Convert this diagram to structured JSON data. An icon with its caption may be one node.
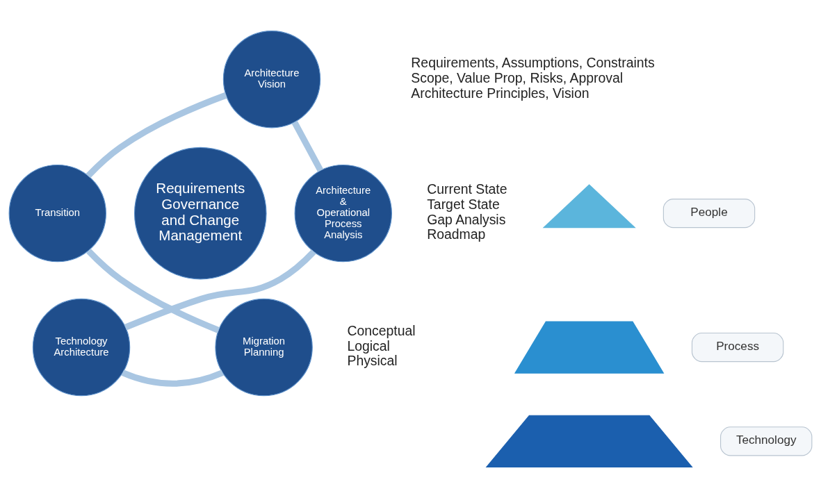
{
  "diagram": {
    "nodes": [
      {
        "text": [
          "Architecture Vision"
        ],
        "beside": [
          "Requirements, Assumptions, Constraints",
          "Scope, Value Prop, Risks, Approval",
          "Architecture Principles, Vision"
        ]
      },
      {
        "text": [
          "Architecture & Operational Process Analysis"
        ],
        "beside": [
          "Current State",
          "Target State",
          "Gap Analysis",
          "Roadmap"
        ]
      },
      {
        "text": [
          "Technology Architecture"
        ],
        "beside": [
          "Conceptual",
          "Logical",
          "Physical"
        ]
      },
      {
        "text": [
          "Migration Planning"
        ]
      },
      {
        "text": [
          "Transition"
        ]
      },
      {
        "text": [
          "Requirements Governance and Change Management"
        ]
      },
      {
        "text": [],
        "shape": "triangle"
      },
      {
        "text": [],
        "shape": "trapezium"
      },
      {
        "text": [],
        "shape": "trapezium"
      },
      {
        "text": [
          "People"
        ]
      },
      {
        "text": [
          "Process"
        ]
      },
      {
        "text": [
          "Technology"
        ]
      }
    ],
    "edges": [
      {
        "from": 0,
        "to": 1,
        "arrow": "none"
      },
      {
        "from": 1,
        "to": 2,
        "arrow": "none"
      },
      {
        "from": 2,
        "to": 3,
        "arrow": "none"
      },
      {
        "from": 3,
        "to": 4,
        "arrow": "none"
      },
      {
        "from": 4,
        "to": 0,
        "arrow": "none"
      }
    ]
  }
}
